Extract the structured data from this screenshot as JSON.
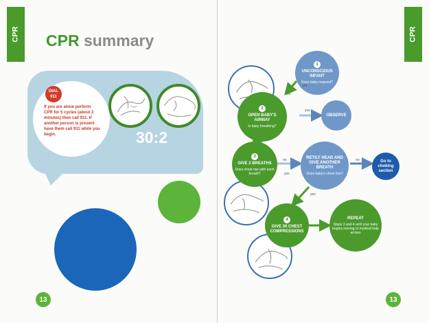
{
  "left_page": {
    "tab": "CPR",
    "title_highlight": "CPR",
    "title_rest": "summary",
    "dial_badge": "DIAL 911",
    "info_text": "If you are alone perform CPR for 5 cycles (about 2 minutes) then call 911. If another person is present have them call 911 while you begin.",
    "ratio": "30:2",
    "page_number": "13"
  },
  "right_page": {
    "tab": "CPR",
    "page_number": "13",
    "nodes": {
      "unconscious": {
        "num": "1",
        "title": "UNCONSCIOUS INFANT",
        "sub": "Does baby respond?"
      },
      "open_airway": {
        "num": "2",
        "title": "OPEN BABY'S AIRWAY",
        "sub": "Is baby breathing?"
      },
      "observe": {
        "title": "OBSERVE"
      },
      "give_breaths": {
        "num": "3",
        "title": "GIVE 2 BREATHS",
        "sub": "Does chest rise with each breath?"
      },
      "retilt": {
        "title": "RETILT HEAD AND GIVE ANOTHER BREATH",
        "sub": "Does baby's chest rise?"
      },
      "choking": {
        "title": "Go to choking section"
      },
      "compressions": {
        "num": "4",
        "title": "GIVE 30 CHEST COMPRESSIONS"
      },
      "repeat": {
        "title": "REPEAT",
        "sub": "Steps 3 and 4 until your baby begins moving or medical help arrives"
      }
    },
    "labels": {
      "yes1": "yes",
      "no1": "no",
      "yes2": "yes",
      "no2": "no",
      "no3": "no",
      "yes3": "yes",
      "yes4": "yes"
    }
  }
}
